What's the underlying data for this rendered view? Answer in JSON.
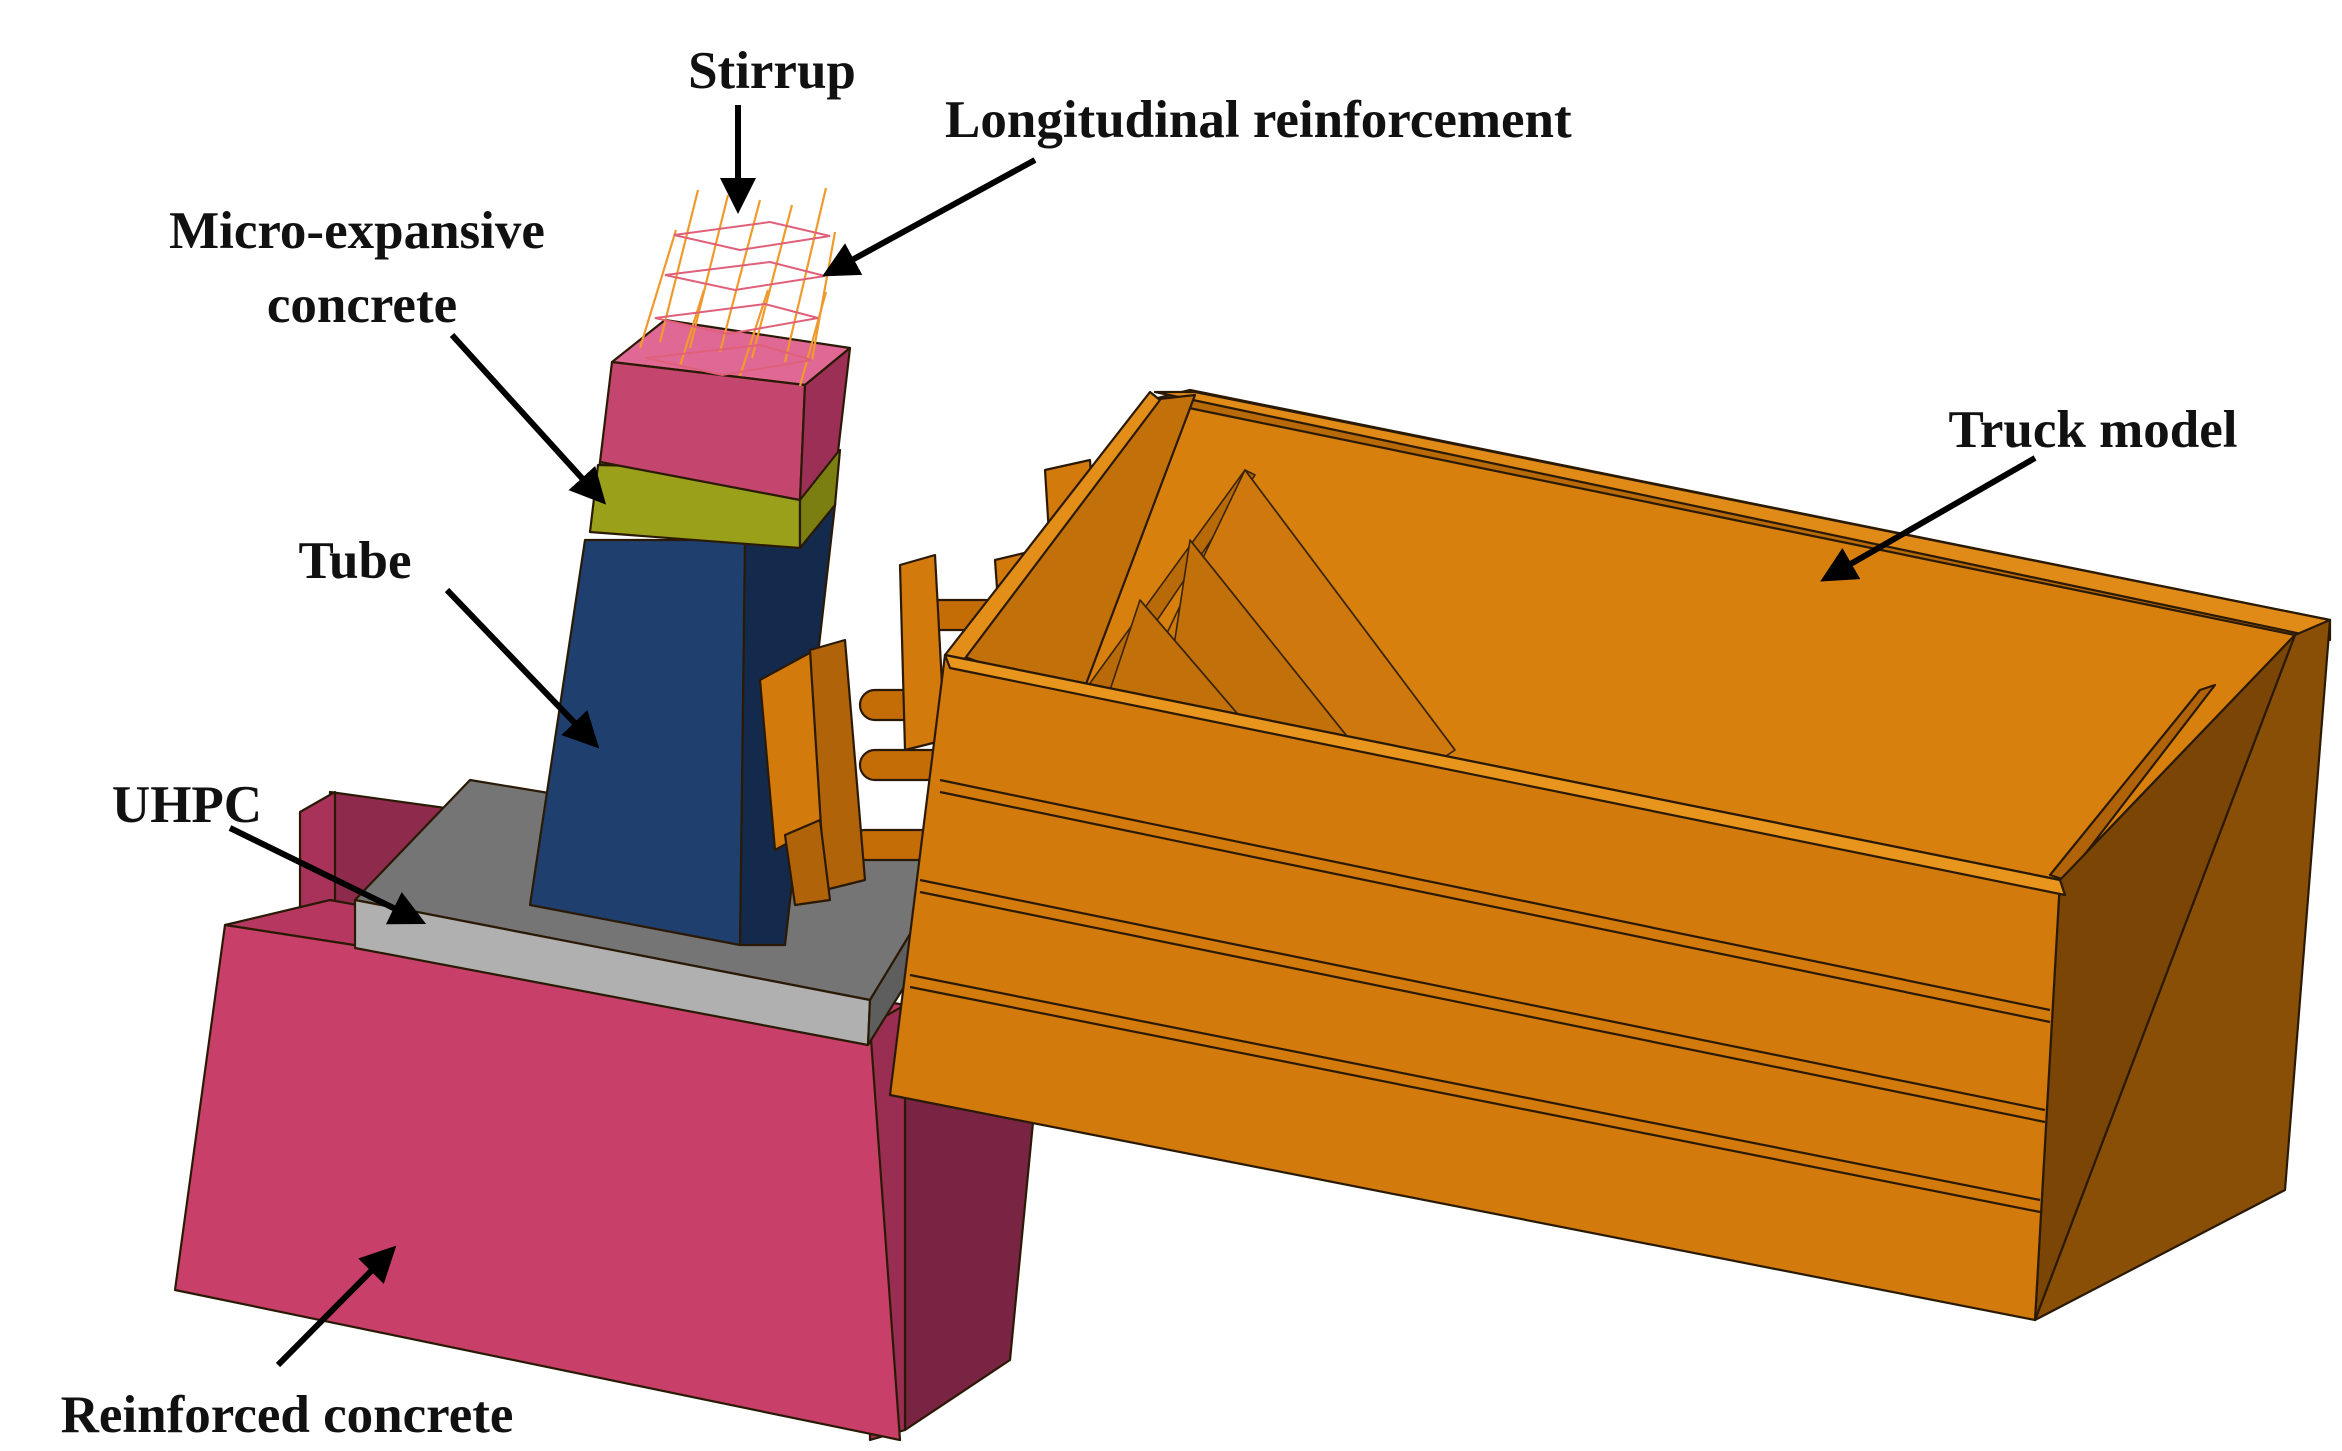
{
  "labels": {
    "stirrup": "Stirrup",
    "longitudinal": "Longitudinal reinforcement",
    "micro_line1": "Micro-expansive",
    "micro_line2": "concrete",
    "tube": "Tube",
    "uhpc": "UHPC",
    "reinforced": "Reinforced concrete",
    "truck": "Truck model"
  },
  "colors": {
    "reinforced_concrete": "#c8406a",
    "uhpc": "#8e8e8e",
    "tube": "#1f3f6e",
    "micro_expansive": "#9aa019",
    "column_top": "#c4456d",
    "truck": "#d37a0c",
    "rebar": "#f09a2e",
    "stirrup": "#e0607a"
  }
}
